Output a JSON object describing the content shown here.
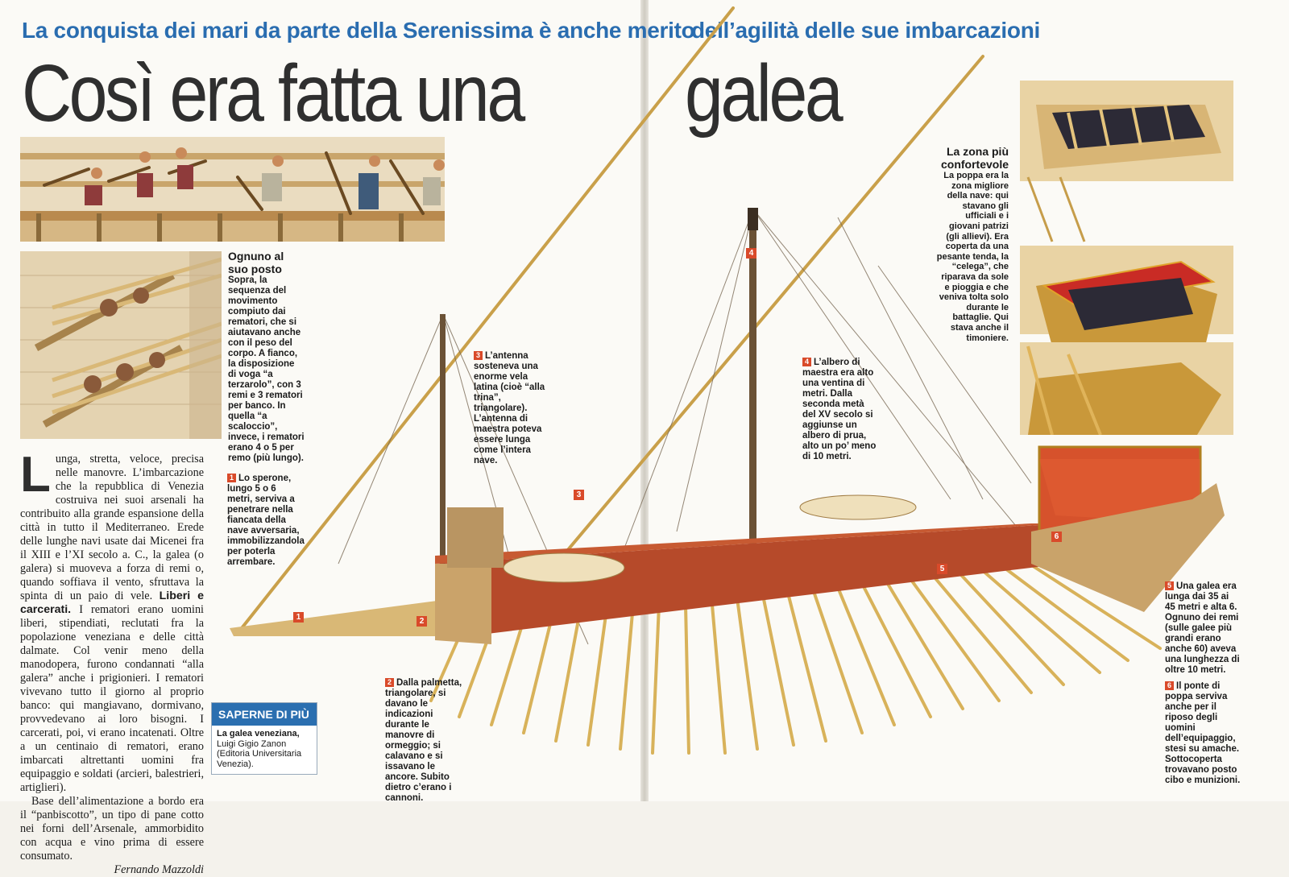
{
  "header": {
    "kicker_left": "La conquista dei mari da parte della Serenissima è anche merito",
    "kicker_right": "dell’agilità delle sue imbarcazioni",
    "title_left": "Così era fatta una",
    "title_right": "galea"
  },
  "captions": {
    "posto": {
      "title": "Ognuno al suo posto",
      "text": "Sopra, la sequenza del movimento compiuto dai rematori, che si aiutavano anche con il peso del corpo. A fianco, la disposizione di voga “a terzarolo”, con 3 remi e 3 rematori per banco. In quella “a scaloccio”, invece, i rematori erano 4 o 5 per remo (più lungo)."
    },
    "zona": {
      "title": "La zona più confortevole",
      "text": "La poppa era la zona migliore della nave: qui stavano gli ufficiali e i giovani patrizi (gli allievi). Era coperta da una pesante tenda, la “celega”, che riparava da sole e pioggia e che veniva tolta solo durante le battaglie. Qui stava anche il timoniere."
    },
    "c1": {
      "num": "1",
      "text": "Lo sperone, lungo 5 o 6 metri, serviva a penetrare nella fiancata della nave avversaria, immobilizzandola per poterla arrembare."
    },
    "c2": {
      "num": "2",
      "text": "Dalla palmetta, triangolare, si davano le indicazioni durante le manovre di ormeggio; si calavano e si issavano le ancore. Subito dietro c’erano i cannoni."
    },
    "c3": {
      "num": "3",
      "text": "L’antenna sosteneva una enorme vela latina (cioè “alla trina”, triangolare). L’antenna di maestra poteva essere lunga come l’intera nave."
    },
    "c4": {
      "num": "4",
      "text": "L’albero di maestra era alto una ventina di metri. Dalla seconda metà del XV secolo si aggiunse un albero di prua, alto un po’ meno di 10 metri."
    },
    "c5": {
      "num": "5",
      "text": "Una galea era lunga dai 35 ai 45 metri e alta 6. Ognuno dei remi (sulle galee più grandi erano anche 60) aveva una lunghezza di oltre 10 metri."
    },
    "c6": {
      "num": "6",
      "text": "Il ponte di poppa serviva anche per il riposo degli uomini dell’equipaggio, stesi su amache. Sottocoperta trovavano posto cibo e munizioni."
    }
  },
  "article": {
    "dropcap": "L",
    "p1": "unga, stretta, veloce, precisa nelle manovre. L’imbarcazione che la repubblica di Venezia costruiva nei suoi arsenali ha contribuito alla grande espansione della città in tutto il Mediterraneo. Erede delle lunghe navi usate dai Micenei fra il XIII e l’XI secolo a. C., la galea (o galera) si muoveva a forza di remi o, quando soffiava il vento, sfruttava la spinta di un paio di vele.",
    "sub": "Liberi e carcerati.",
    "p2": " I rematori erano uomini liberi, stipendiati, reclutati fra la popolazione veneziana e delle città dalmate. Col venir meno della manodopera, furono condannati “alla galera” anche i prigionieri. I rematori vivevano tutto il giorno al proprio banco: qui mangiavano, dormivano, provvedevano ai loro bisogni. I carcerati, poi, vi erano incatenati. Oltre a un centinaio di rematori, erano imbarcati altrettanti uomini fra equipaggio e soldati (arcieri, balestrieri, artiglieri).",
    "p3": "Base dell’alimentazione a bordo era il “panbiscotto”, un tipo di pane cotto nei forni dell’Arsenale, ammorbidito con acqua e vino prima di essere consumato.",
    "author": "Fernando Mazzoldi"
  },
  "sidebar": {
    "label": "SAPERNE DI PIÙ",
    "book_title": "La galea veneziana,",
    "book_info": "Luigi Gigio Zanon (Editoria Universitaria Venezia)."
  },
  "markers": [
    "1",
    "2",
    "3",
    "4",
    "5",
    "6"
  ]
}
